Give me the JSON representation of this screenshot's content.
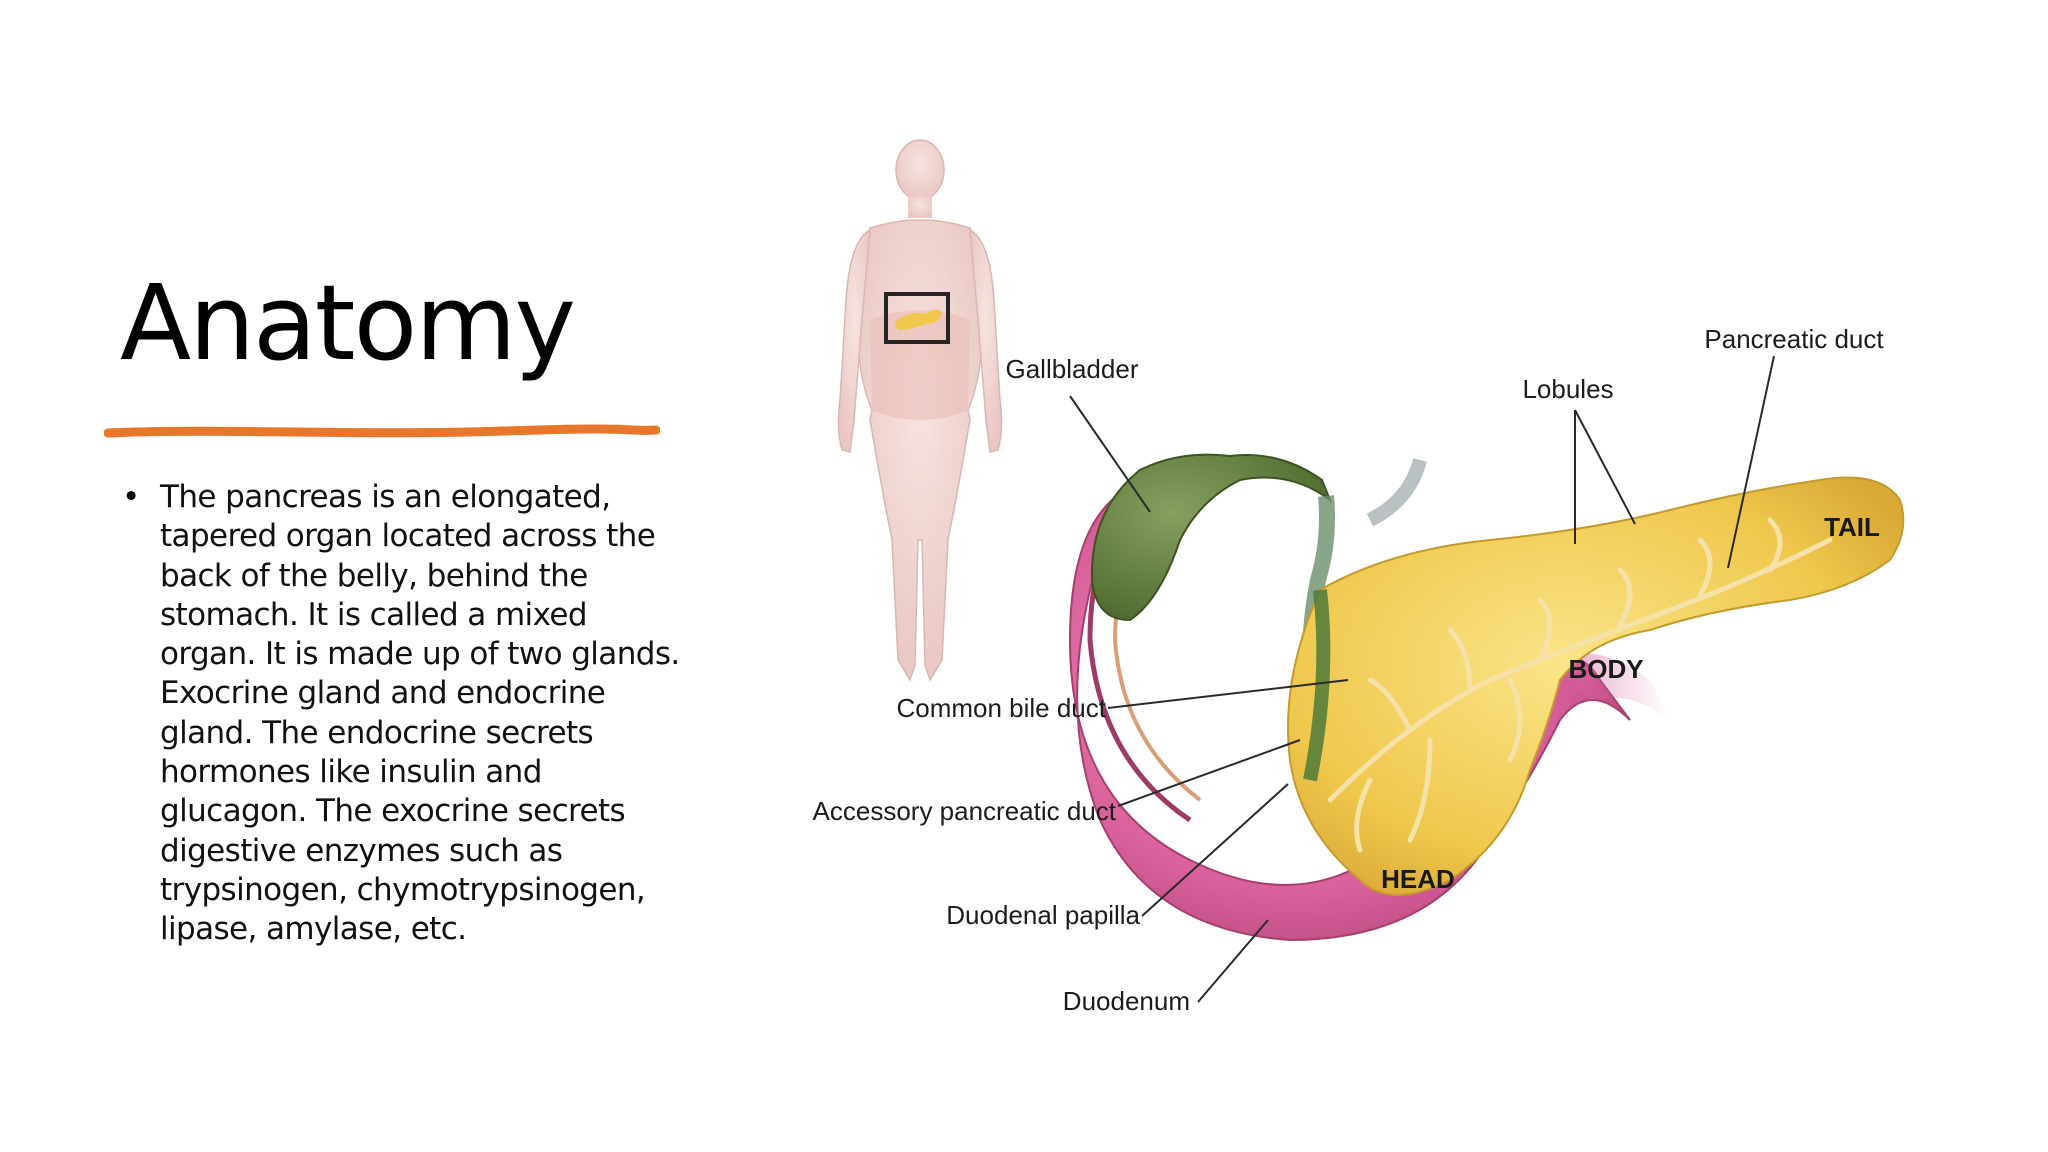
{
  "slide": {
    "title": "Anatomy",
    "accent_color": "#E8762B",
    "bullets": [
      "The pancreas is an elongated, tapered organ located across the back of the belly, behind the stomach. It is called a mixed organ. It is made up of two glands. Exocrine gland and endocrine gland. The endocrine secrets hormones like insulin and glucagon. The exocrine secrets digestive enzymes such as trypsinogen, chymotrypsinogen, lipase, amylase, etc."
    ],
    "bullet_symbol": "•"
  },
  "figure": {
    "labels": {
      "gallbladder": "Gallbladder",
      "lobules": "Lobules",
      "pancreatic_duct": "Pancreatic duct",
      "tail": "TAIL",
      "body": "BODY",
      "head": "HEAD",
      "common_bile_duct": "Common bile duct",
      "accessory_pancreatic_duct": "Accessory pancreatic duct",
      "duodenal_papilla": "Duodenal papilla",
      "duodenum": "Duodenum"
    },
    "colors": {
      "pancreas": "#F0CB52",
      "duodenum": "#D9609A",
      "gallbladder": "#5E7A3A",
      "body_silhouette": "#F2D9D6"
    }
  }
}
